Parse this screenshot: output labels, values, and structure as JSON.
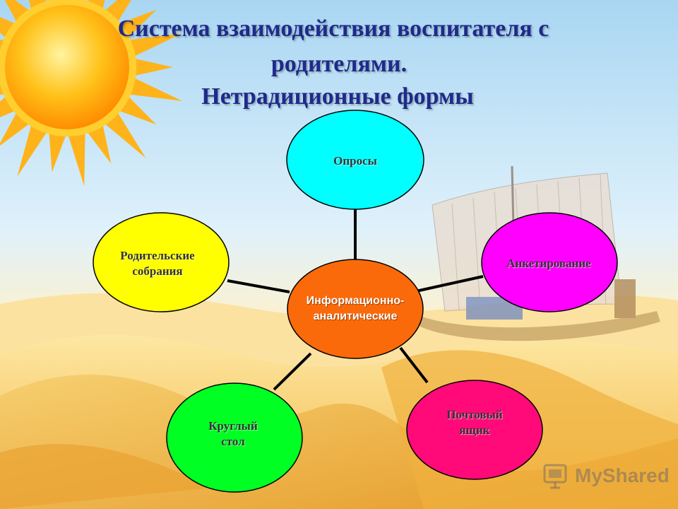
{
  "title": {
    "line1": "Система взаимодействия воспитателя с",
    "line2": "родителями.",
    "line3": "Нетрадиционные формы"
  },
  "diagram": {
    "center": {
      "label": "Информационно-аналитические",
      "color": "#fb6a0a"
    },
    "nodes": [
      {
        "id": "oprosy",
        "label": "Опросы",
        "color": "#00ffff"
      },
      {
        "id": "anketirovanie",
        "label": "Анкетирование",
        "color": "#ff00ff"
      },
      {
        "id": "pochtovyy-yashchik",
        "label": "Почтовый ящик",
        "color": "#ff0a78"
      },
      {
        "id": "kruglyy-stol",
        "label": "Круглый стол",
        "color": "#00ff22"
      },
      {
        "id": "roditelskie-sobraniya",
        "label": "Родительские собрания",
        "color": "#ffff00"
      }
    ]
  },
  "watermark": {
    "text": "MyShared"
  },
  "colors": {
    "title": "#1f2a8a",
    "sky_top": "#bfe3f7",
    "sand": "#f3c457",
    "sun": "#ffbd1c"
  }
}
